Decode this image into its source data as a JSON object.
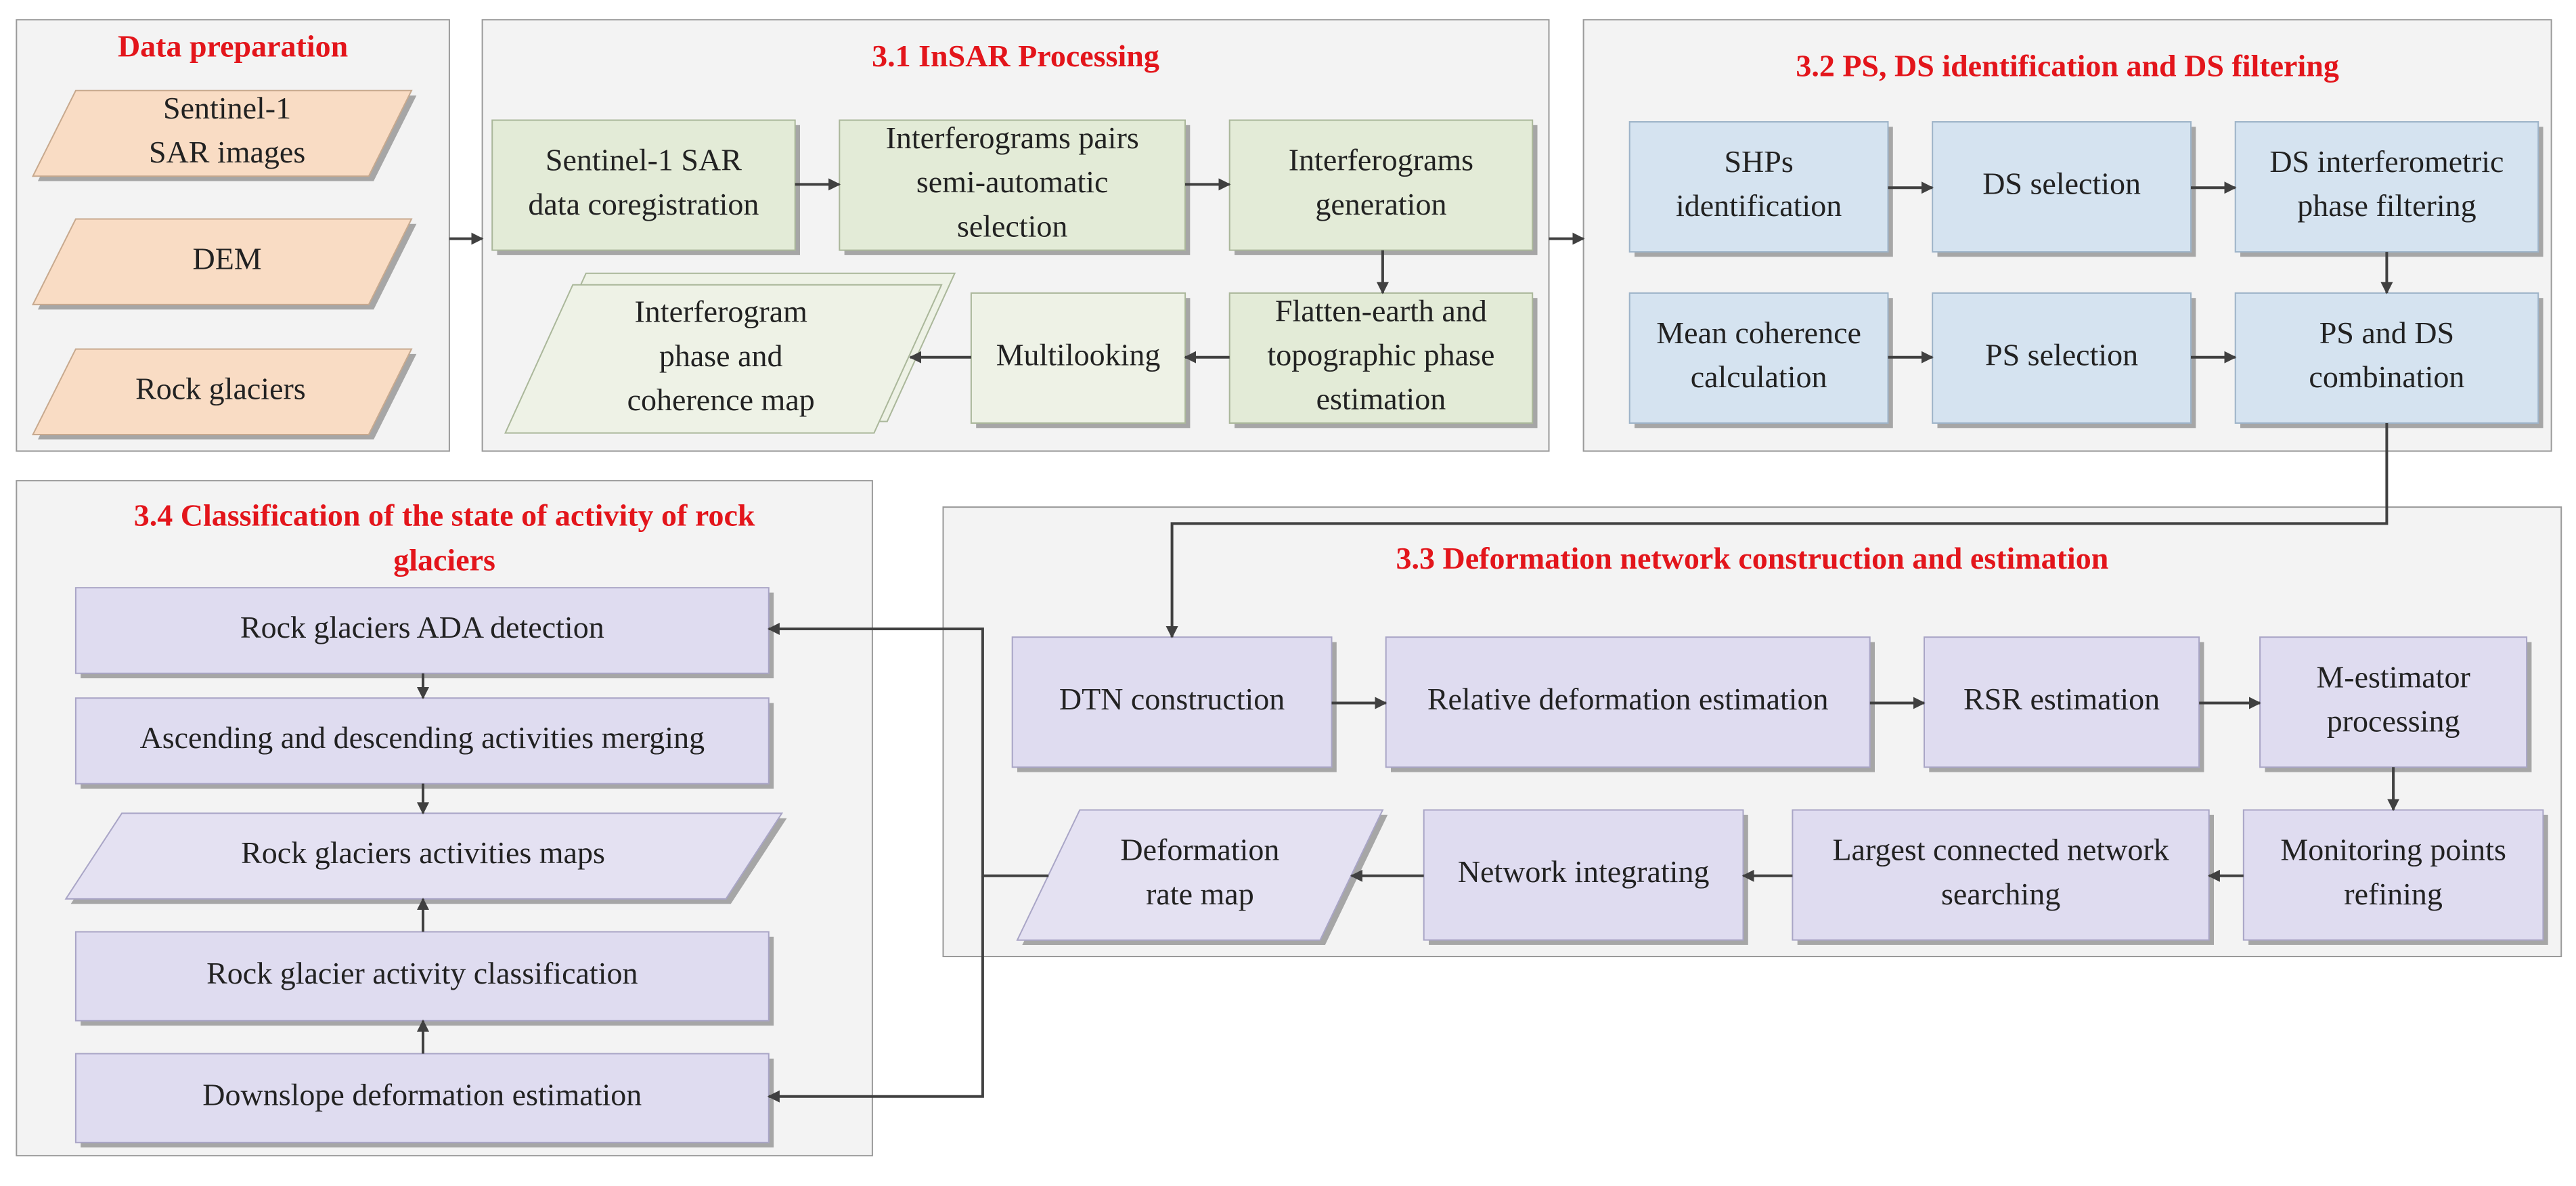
{
  "panels": {
    "data_prep": {
      "title": "Data preparation"
    },
    "insar": {
      "title": "3.1 InSAR  Processing"
    },
    "psds": {
      "title": "3.2 PS, DS identification and DS filtering"
    },
    "deformation": {
      "title": "3.3 Deformation network construction and estimation"
    },
    "classification": {
      "title_lines": [
        "3.4 Classification of the state of activity of rock",
        "glaciers"
      ]
    }
  },
  "nodes": {
    "sentinel_images": [
      "Sentinel-1",
      "SAR images"
    ],
    "dem": [
      "DEM"
    ],
    "rock_glaciers": [
      "Rock glaciers"
    ],
    "coregistration": [
      "Sentinel-1 SAR",
      "data coregistration"
    ],
    "pair_selection": [
      "Interferograms pairs",
      "semi-automatic",
      "selection"
    ],
    "ifg_generation": [
      "Interferograms",
      "generation"
    ],
    "flatten_earth": [
      "Flatten-earth and",
      "topographic phase",
      "estimation"
    ],
    "multilooking": [
      "Multilooking"
    ],
    "ifg_phase_coherence": [
      "Interferogram",
      "phase and",
      "coherence map"
    ],
    "shp_identification": [
      "SHPs",
      "identification"
    ],
    "ds_selection": [
      "DS selection"
    ],
    "ds_filtering": [
      "DS interferometric",
      "phase filtering"
    ],
    "mean_coherence": [
      "Mean coherence",
      "calculation"
    ],
    "ps_selection": [
      "PS selection"
    ],
    "ps_ds_combination": [
      "PS and DS",
      "combination"
    ],
    "dtn_construction": [
      "DTN construction"
    ],
    "relative_deformation": [
      "Relative deformation estimation"
    ],
    "rsr_estimation": [
      "RSR estimation"
    ],
    "m_estimator": [
      "M-estimator",
      "processing"
    ],
    "monitoring_refining": [
      "Monitoring points",
      "refining"
    ],
    "largest_network": [
      "Largest connected network",
      "searching"
    ],
    "network_integrating": [
      "Network integrating"
    ],
    "deformation_rate_map": [
      "Deformation",
      "rate map"
    ],
    "ada_detection": [
      "Rock glaciers ADA detection"
    ],
    "asc_desc_merging": [
      "Ascending and descending activities merging"
    ],
    "activities_maps": [
      "Rock glaciers activities maps"
    ],
    "activity_classification": [
      "Rock glacier activity classification"
    ],
    "downslope_estimation": [
      "Downslope deformation estimation"
    ]
  },
  "colors": {
    "title_red": "#e3151b",
    "insar_green": "#e3ebd7",
    "psds_blue": "#d5e3f0",
    "network_violet": "#dfdcf0",
    "input_peach": "#f9dcc4",
    "panel_gray": "#f3f3f3"
  }
}
